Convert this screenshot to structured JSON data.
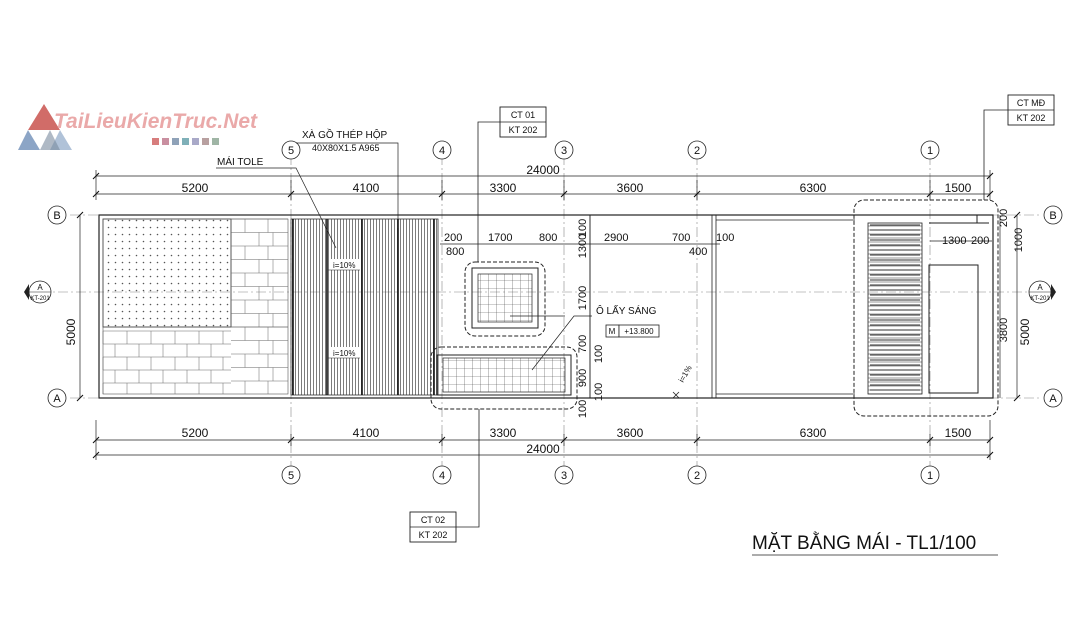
{
  "logo": {
    "text": "TaiLieuKienTruc.Net"
  },
  "title": "MẶT BẰNG MÁI - TL1/100",
  "grid_columns": [
    "5",
    "4",
    "3",
    "2",
    "1"
  ],
  "grid_rows": [
    "B",
    "A"
  ],
  "overall_dimension": "24000",
  "span_dimensions": [
    "5200",
    "4100",
    "3300",
    "3600",
    "6300",
    "1500"
  ],
  "width_dimension": "5000",
  "section_marker": {
    "letter": "A",
    "sheet": "KT-201"
  },
  "callouts": {
    "ct01": {
      "line1": "CT 01",
      "line2": "KT 202"
    },
    "ct02": {
      "line1": "CT 02",
      "line2": "KT 202"
    },
    "ctmd": {
      "line1": "CT MĐ",
      "line2": "KT 202"
    }
  },
  "labels": {
    "xa_go_1": "XÀ GỒ THÉP HỘP",
    "xa_go_2": "40X80X1.5 A965",
    "mai_tole": "MÁI TOLE",
    "slope_1": "i=10%",
    "slope_2": "i=10%",
    "slope_3": "i=1%",
    "o_lay_sang": "Ô LẤY SÁNG",
    "level_m": "M",
    "level": "+13.800"
  },
  "inner_dims": {
    "d200a": "200",
    "d800a": "800",
    "d1700a": "1700",
    "d800b": "800",
    "d100a": "100",
    "d1300a": "1300",
    "d2900": "2900",
    "d700a": "700",
    "d100b": "100",
    "d400": "400",
    "d1700b": "1700",
    "d700b": "700",
    "d100c": "100",
    "d900": "900",
    "d100d": "100",
    "d100e": "100",
    "d200b": "200",
    "d1000": "1000",
    "d1300b": "1300",
    "d200c": "200",
    "d3800": "3800"
  }
}
